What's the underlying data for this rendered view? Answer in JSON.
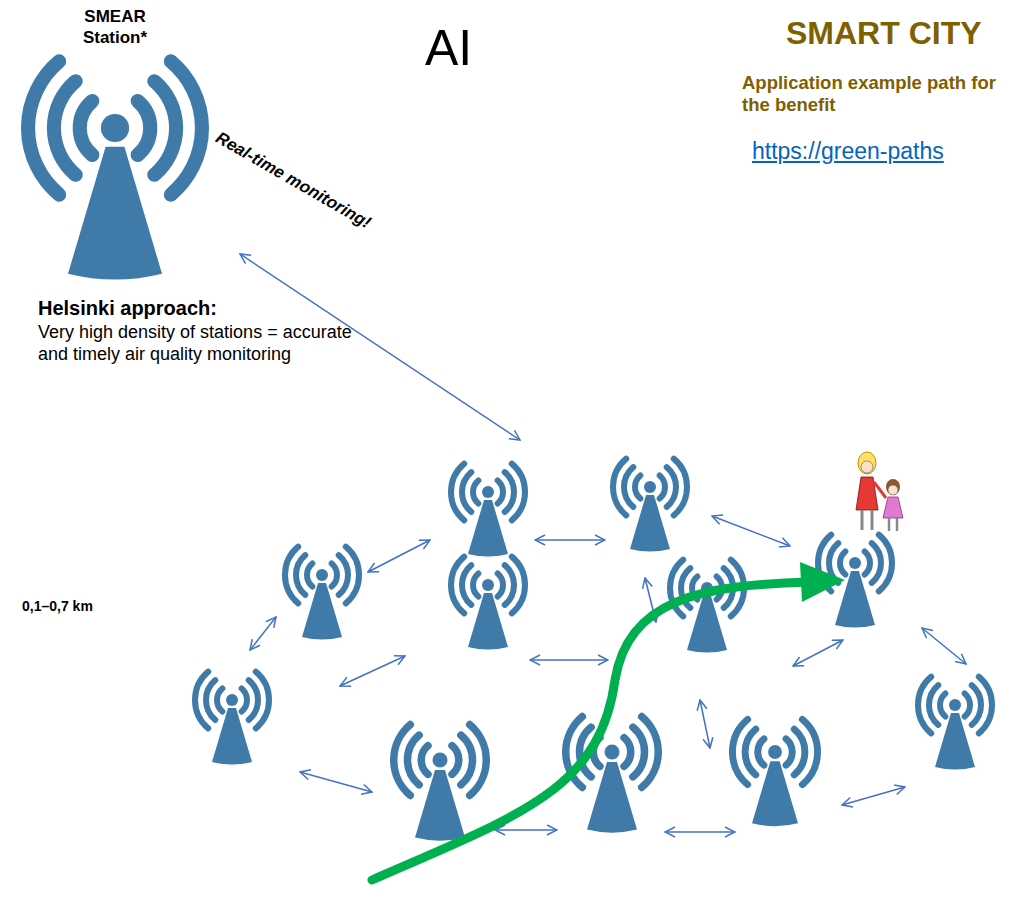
{
  "diagram": {
    "title": "SMART CITY",
    "nodes": [
      {
        "text": [
          "SMEAR Station*"
        ]
      }
    ],
    "labels": [
      "AI",
      "Application example path for the benefit",
      "https://green-paths",
      "Real-time monitoring!",
      "Helsinki approach:",
      "Very high density of stations = accurate and timely air quality monitoring",
      "0,1–0,7 km"
    ]
  }
}
